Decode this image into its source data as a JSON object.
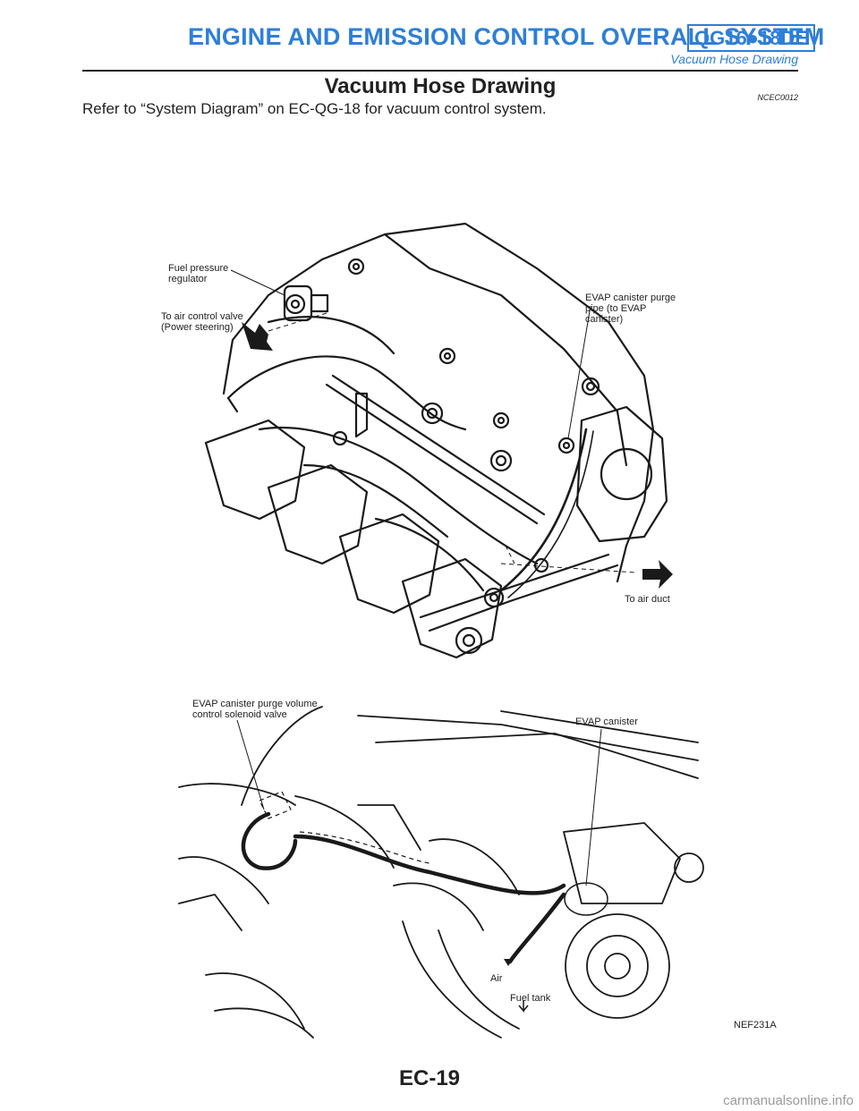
{
  "header": {
    "title": "ENGINE AND EMISSION CONTROL OVERALL SYSTEM",
    "badge": "QG16●18DE",
    "subtitle": "Vacuum Hose Drawing"
  },
  "section": {
    "title": "Vacuum Hose Drawing",
    "code": "NCEC0012",
    "intro": "Refer to “System Diagram” on EC-QG-18 for vacuum control system."
  },
  "figure_top": {
    "labels": {
      "fuel_pressure_regulator": [
        "Fuel pressure",
        "regulator"
      ],
      "air_control_valve": [
        "To air control valve",
        "(Power steering)"
      ],
      "evap_purge_pipe": [
        "EVAP canister purge",
        "pipe (to EVAP",
        "canister)"
      ],
      "air_duct": "To air duct"
    }
  },
  "figure_bottom": {
    "labels": {
      "purge_solenoid": [
        "EVAP canister purge volume",
        "control solenoid valve"
      ],
      "evap_canister": "EVAP canister",
      "air": "Air",
      "fuel_tank": "Fuel tank"
    },
    "figure_code": "NEF231A"
  },
  "footer": {
    "page_number": "EC-19",
    "watermark": "carmanualsonline.info"
  }
}
